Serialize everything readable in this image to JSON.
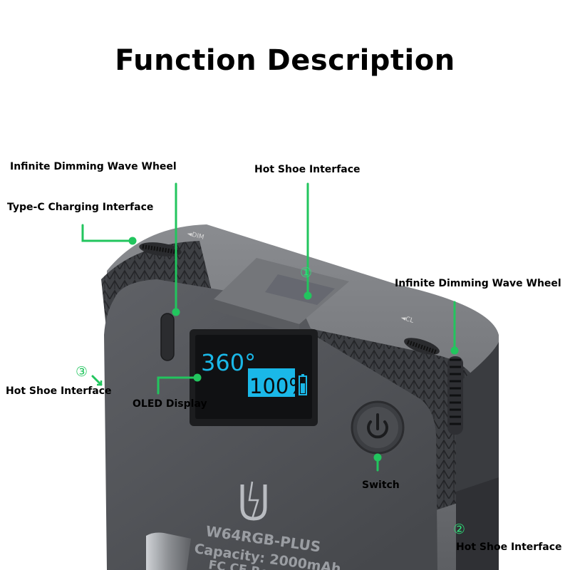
{
  "title": "Function Description",
  "colors": {
    "leader": "#22c55e",
    "device_body": "#4b4d52",
    "device_face": "#56585d",
    "oled": "#1ab8e8"
  },
  "device": {
    "dial_top_mark": "◄DIM",
    "dial_right_mark": "◄CL",
    "oled_angle": "360°",
    "oled_battery": "100%",
    "logo_glyph": "U",
    "model": "W64RGB-PLUS",
    "capacity": "Capacity: 2000mAh",
    "cert": "FC CE Ro",
    "power_icon": "power-icon"
  },
  "callouts": {
    "wave_wheel_left": "Infinite Dimming Wave Wheel",
    "type_c": "Type-C Charging Interface",
    "hot_shoe_top": "Hot Shoe Interface",
    "wave_wheel_right": "Infinite Dimming Wave Wheel",
    "hot_shoe_left": "Hot Shoe Interface",
    "oled": "OLED Display",
    "switch": "Switch",
    "hot_shoe_right": "Hot Shoe Interface"
  },
  "markers": {
    "one": "①",
    "two": "②",
    "three": "③"
  }
}
